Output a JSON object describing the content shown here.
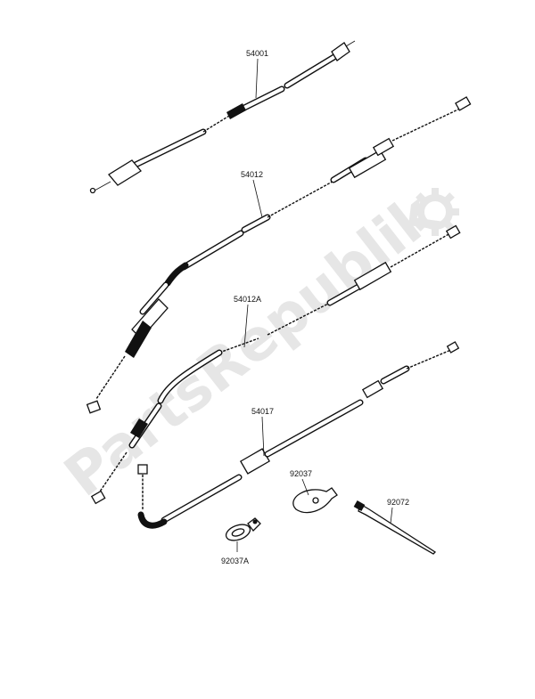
{
  "diagram": {
    "labels": {
      "p54001": "54001",
      "p54012": "54012",
      "p54012A": "54012A",
      "p54017": "54017",
      "p92037": "92037",
      "p92072": "92072",
      "p92037A": "92037A"
    },
    "watermark": "PartsRepublik",
    "colors": {
      "line": "#111111",
      "watermark": "#e6e6e6",
      "background": "#ffffff"
    }
  }
}
